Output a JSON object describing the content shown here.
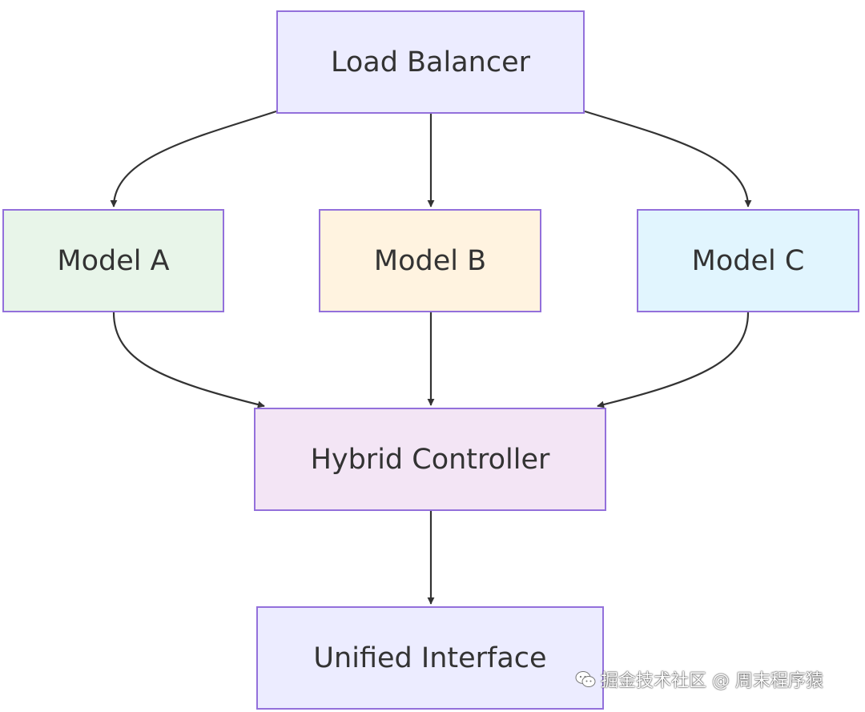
{
  "diagram": {
    "nodes": {
      "load_balancer": "Load Balancer",
      "model_a": "Model A",
      "model_b": "Model B",
      "model_c": "Model C",
      "hybrid_controller": "Hybrid Controller",
      "unified_interface": "Unified Interface"
    },
    "edges": [
      {
        "from": "Load Balancer",
        "to": "Model A"
      },
      {
        "from": "Load Balancer",
        "to": "Model B"
      },
      {
        "from": "Load Balancer",
        "to": "Model C"
      },
      {
        "from": "Model A",
        "to": "Hybrid Controller"
      },
      {
        "from": "Model B",
        "to": "Hybrid Controller"
      },
      {
        "from": "Model C",
        "to": "Hybrid Controller"
      },
      {
        "from": "Hybrid Controller",
        "to": "Unified Interface"
      }
    ],
    "colors": {
      "border": "#9370DB",
      "edge": "#333333",
      "load_balancer_fill": "#ECECFF",
      "model_a_fill": "#E8F5E9",
      "model_b_fill": "#FFF3E0",
      "model_c_fill": "#E1F5FE",
      "hybrid_controller_fill": "#F3E5F5",
      "unified_interface_fill": "#ECECFF"
    }
  },
  "watermark": {
    "text": "掘金技术社区 @ 周末程序猿",
    "icon": "wechat-icon"
  }
}
